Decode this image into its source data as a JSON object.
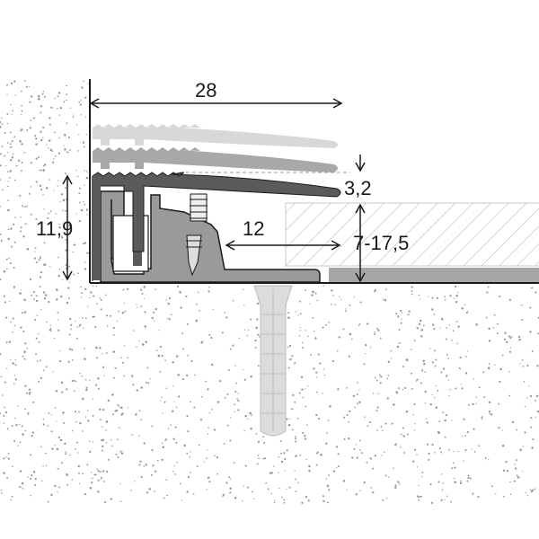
{
  "dimensions": {
    "total_width": "28",
    "height_step": "3,2",
    "profile_height": "11,9",
    "overlap": "12",
    "floor_thickness": "7-17,5"
  },
  "colors": {
    "profile_light": "#d8d8d8",
    "profile_mid": "#a8a8a8",
    "profile_dark": "#5a5a5a",
    "base_profile": "#9a9a9a",
    "outline": "#1a1a1a",
    "dots": "#9a9a9a",
    "hatch": "#b0b0b0"
  }
}
